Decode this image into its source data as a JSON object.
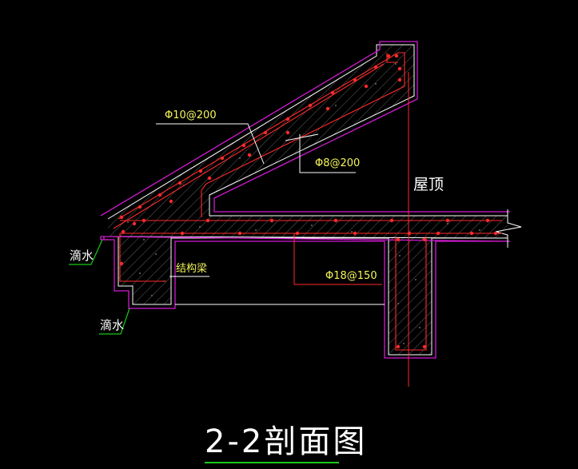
{
  "title": "2-2剖面图",
  "labels": {
    "rebar_slope": "Φ10@200",
    "rebar_distribution": "Φ8@200",
    "rebar_slab": "Φ18@150",
    "beam": "结构梁",
    "roof": "屋顶",
    "drip_upper": "滴水",
    "drip_lower": "滴水"
  },
  "colors": {
    "background": "#000000",
    "outline": "#ffffff",
    "formwork": "#d21ad2",
    "rebar": "#ff2a2a",
    "hatch": "#5e5e5e",
    "text_yellow": "#f5f55a",
    "leader_green": "#18c818"
  }
}
